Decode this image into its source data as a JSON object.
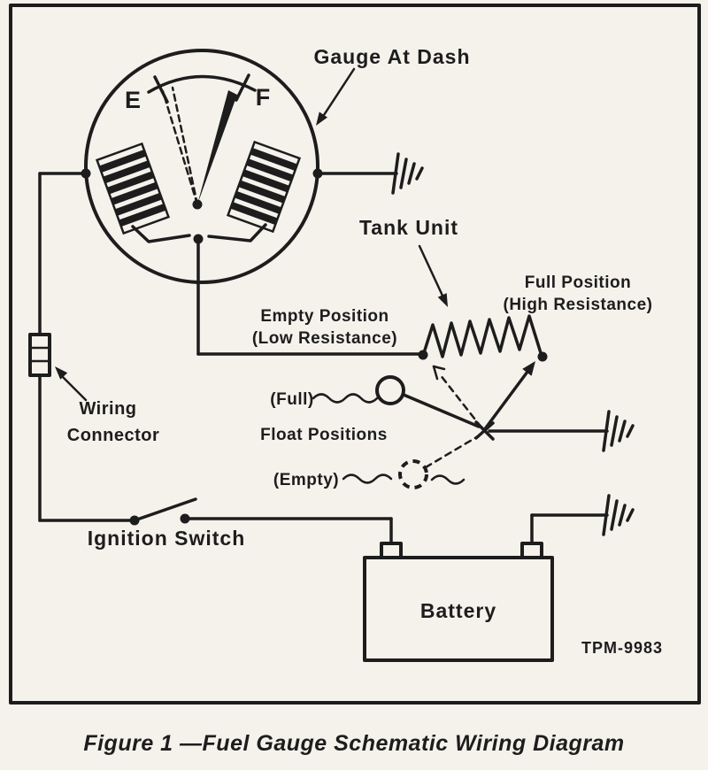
{
  "page": {
    "paper_color": "#f5f2ec",
    "ink_color": "#1d1d1d"
  },
  "diagram": {
    "gauge": {
      "title": "Gauge At Dash",
      "empty_mark": "E",
      "full_mark": "F"
    },
    "tank": {
      "title": "Tank Unit",
      "full_pos1": "Full Position",
      "full_pos2": "(High Resistance)",
      "empty_pos1": "Empty Position",
      "empty_pos2": "(Low Resistance)",
      "float_full": "(Full)",
      "float_positions": "Float Positions",
      "float_empty": "(Empty)"
    },
    "connector": {
      "line1": "Wiring",
      "line2": "Connector"
    },
    "ignition_switch": "Ignition Switch",
    "battery": "Battery",
    "part_number": "TPM-9983"
  },
  "caption": "Figure 1 —Fuel Gauge Schematic Wiring Diagram"
}
